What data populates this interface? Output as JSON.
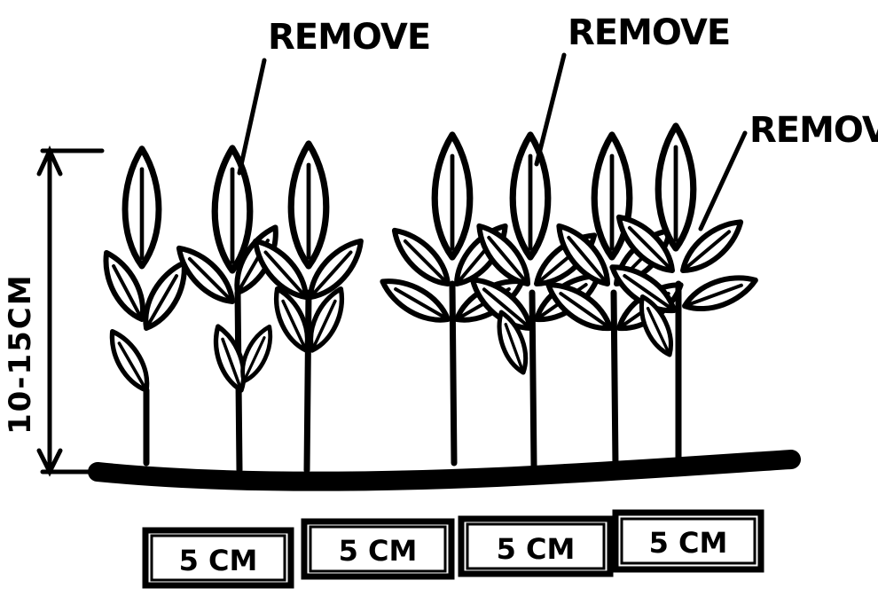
{
  "labels": {
    "remove_1": "REMOVE",
    "remove_2": "REMOVE",
    "remove_3": "REMOVE",
    "height": "10-15CM"
  },
  "spacings": [
    "5 CM",
    "5 CM",
    "5 CM",
    "5 CM"
  ],
  "colors": {
    "ink": "#000000",
    "paper": "#ffffff"
  }
}
